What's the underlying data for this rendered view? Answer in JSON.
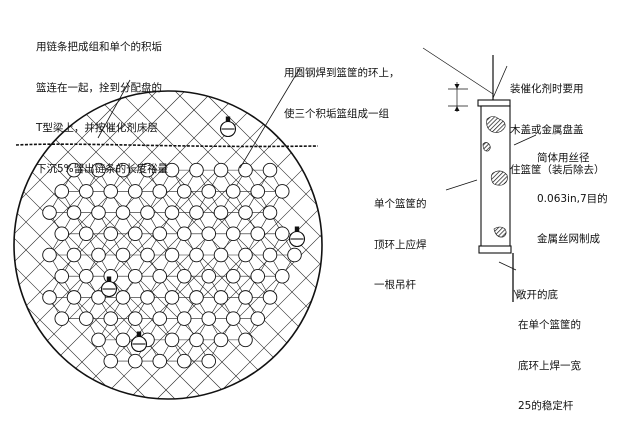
{
  "labels": {
    "chain_note": [
      "用链条把成组和单个的积垢",
      "篮连在一起，拴到分配盘的",
      "T型梁上，并按催化剂床层",
      "下沉5%留出链条的长度裕量"
    ],
    "weld_note": [
      "用圆钢焊到篮筐的环上，",
      "使三个积垢篮组成一组"
    ],
    "catalyst_note": [
      "装催化剂时要用",
      "木盖或金属盘盖",
      "住篮筐（装后除去）"
    ],
    "mesh_note": [
      "简体用丝径",
      "0.063in,7目的",
      "金属丝网制成"
    ],
    "rod_note": [
      "单个篮筐的",
      "顶环上应焊",
      "一根吊杆"
    ],
    "bottom_note": [
      "敞开的底"
    ],
    "stabilizer_note": [
      "在单个篮筐的",
      "底环上焊一宽",
      "25的稳定杆"
    ]
  },
  "colors": {
    "ink": "#111111",
    "paper": "#ffffff",
    "fouling": "#2a2a2a"
  },
  "icons": {
    "hanger": "chain-hanger-icon",
    "fouling": "fouling-deposit-icon"
  }
}
